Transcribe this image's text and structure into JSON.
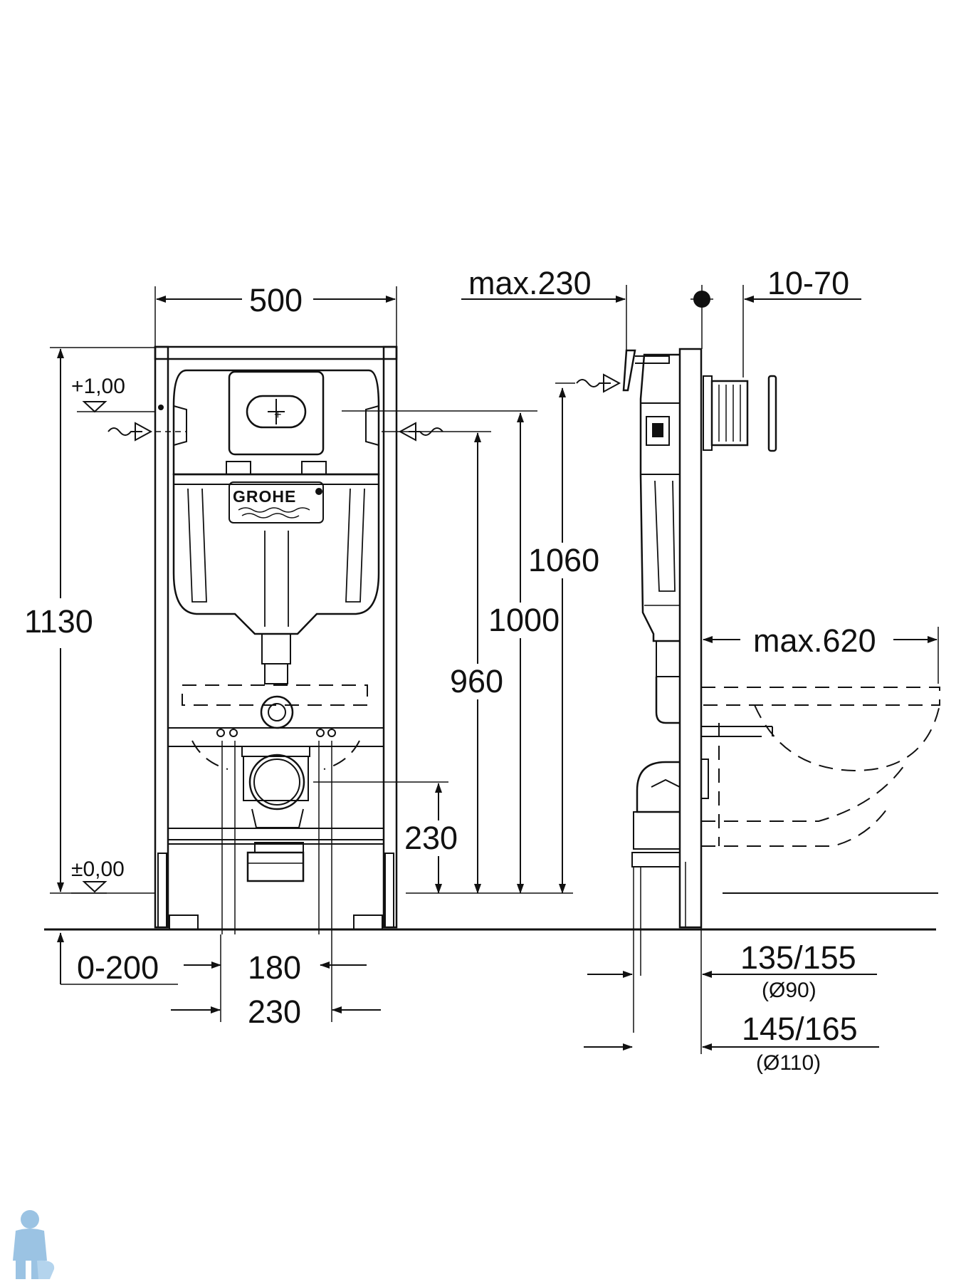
{
  "front_view": {
    "width_500": "500",
    "height_1130": "1130",
    "level_top": "+1,00",
    "level_zero": "±0,00",
    "h_1060": "1060",
    "h_1000": "1000",
    "h_960": "960",
    "h_230": "230",
    "range_0_200": "0-200",
    "w_180": "180",
    "w_230": "230",
    "brand": "GROHE"
  },
  "side_view": {
    "max_230": "max.230",
    "range_10_70": "10-70",
    "max_620": "max.620",
    "d_135_155": "135/155",
    "d_90": "(Ø90)",
    "d_145_165": "145/165",
    "d_110": "(Ø110)"
  },
  "icons": {
    "water_supply": "water-supply-arrow-icon",
    "level_marker": "level-triangle-icon",
    "flush_button": "flush-button-icon",
    "brand_logo": "grohe-logo-icon",
    "watermark": "plumber-mascot-icon"
  },
  "colors": {
    "line": "#111111",
    "background": "#ffffff",
    "watermark": "#7ab0da"
  }
}
